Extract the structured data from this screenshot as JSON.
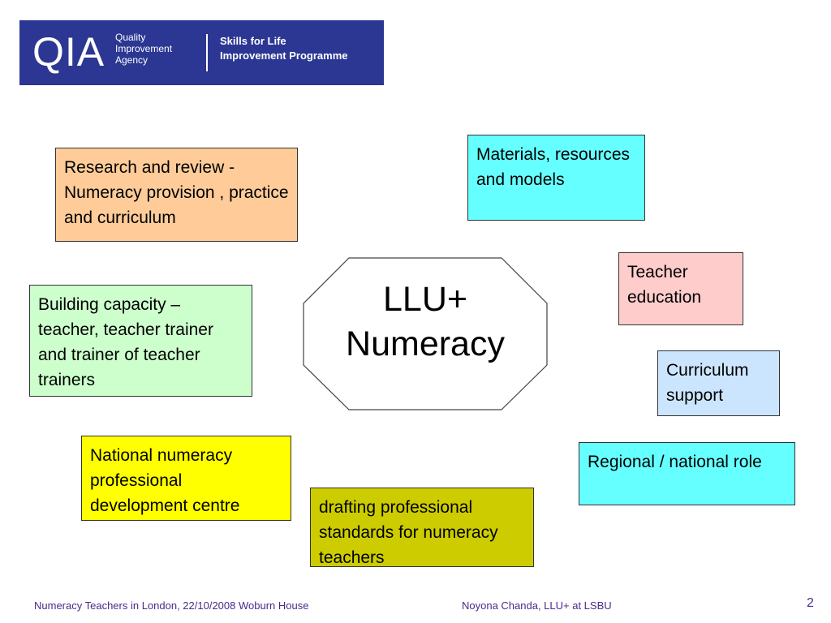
{
  "logo": {
    "mark": "QIA",
    "agency_line1": "Quality",
    "agency_line2": "Improvement",
    "agency_line3": "Agency",
    "programme_line1": "Skills for Life",
    "programme_line2": "Improvement Programme",
    "banner_color": "#2b3793"
  },
  "center": {
    "line1": "LLU+",
    "line2": "Numeracy"
  },
  "boxes": {
    "research": {
      "text": "Research and review - Numeracy provision , practice and curriculum",
      "color": "#ffcc99"
    },
    "materials": {
      "text": "Materials, resources and models",
      "color": "#66ffff"
    },
    "teacher": {
      "text": "Teacher education",
      "color": "#ffcccc"
    },
    "building": {
      "text": "Building capacity – teacher, teacher trainer and trainer of teacher trainers",
      "color": "#ccffcc"
    },
    "curriculum": {
      "text": "Curriculum support",
      "color": "#cce5ff"
    },
    "national": {
      "text": "National numeracy professional development centre",
      "color": "#ffff00"
    },
    "regional": {
      "text": "Regional / national role",
      "color": "#66ffff"
    },
    "drafting": {
      "text": "drafting professional standards for numeracy teachers",
      "color": "#cccc00"
    }
  },
  "footer": {
    "left": "Numeracy Teachers in London, 22/10/2008 Woburn House",
    "center": "Noyona Chanda, LLU+ at LSBU",
    "page_number": "2",
    "text_color": "#4b2a8a"
  }
}
